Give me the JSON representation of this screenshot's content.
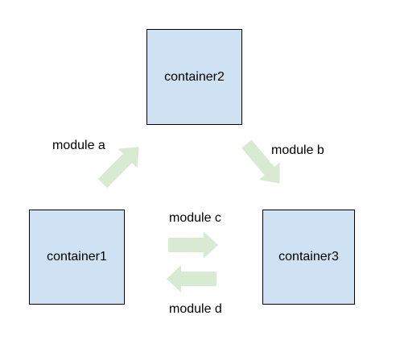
{
  "colors": {
    "box_fill": "#cfe2f3",
    "box_border": "#000000",
    "arrow_fill": "#d9ead3"
  },
  "containers": {
    "container1": "container1",
    "container2": "container2",
    "container3": "container3"
  },
  "modules": {
    "a": "module a",
    "b": "module b",
    "c": "module c",
    "d": "module d"
  }
}
